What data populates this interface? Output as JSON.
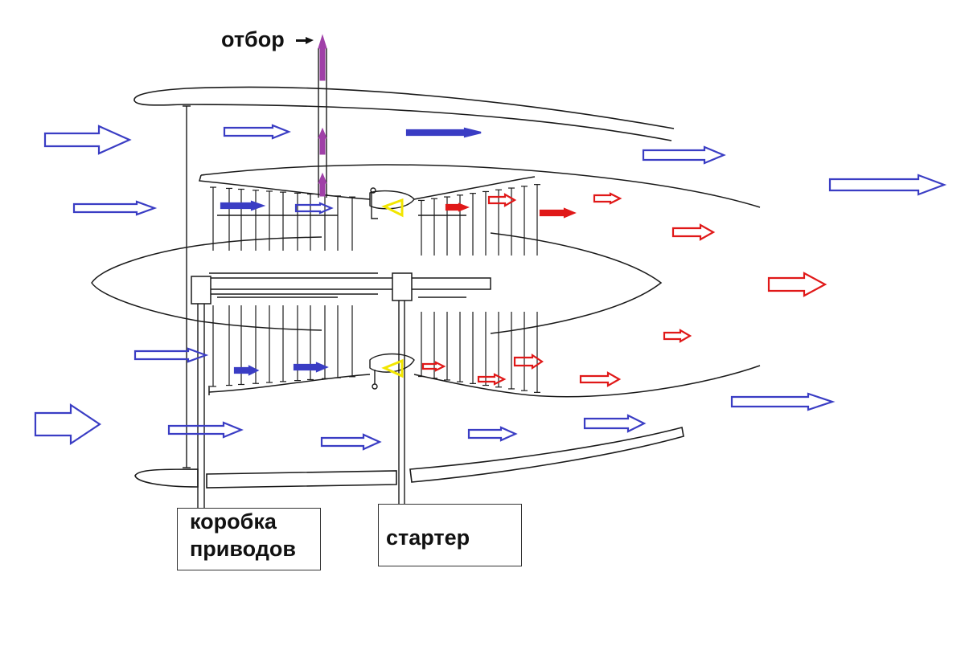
{
  "labels": {
    "bleed": "отбор",
    "gearbox_line1": "коробка",
    "gearbox_line2": "приводов",
    "starter": "стартер"
  },
  "colors": {
    "cold_flow": "#3a3dc4",
    "hot_flow": "#e01818",
    "bleed_flow": "#a040a8",
    "combustor_flame": "#f2e600",
    "outline": "#1a1a1a"
  },
  "icons": {
    "flow_arrow": "arrow-right-icon",
    "bleed_arrow": "arrow-up-icon",
    "pointer_arrow": "arrow-left-icon"
  }
}
